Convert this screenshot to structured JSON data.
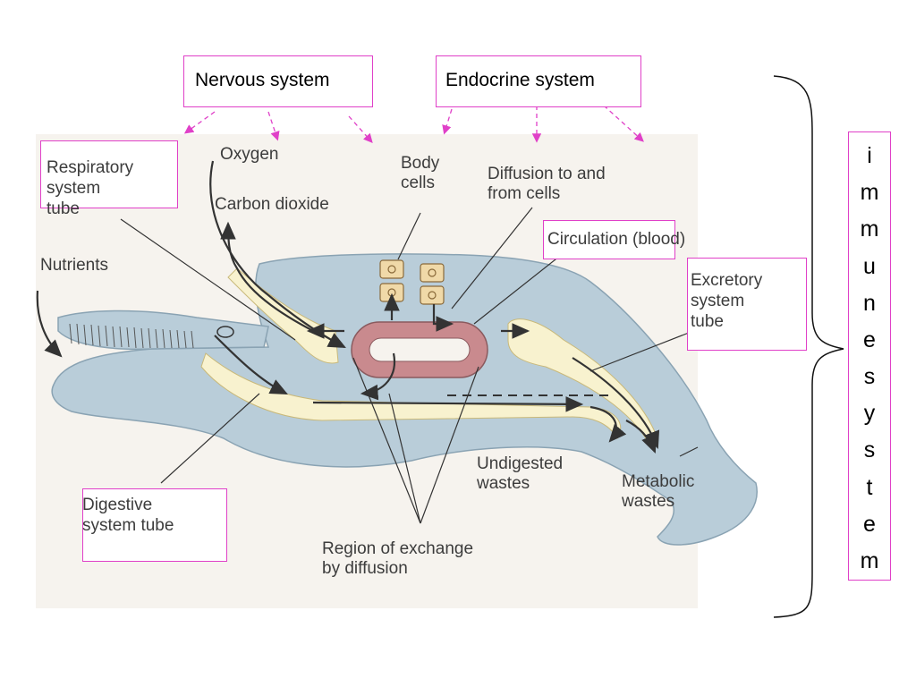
{
  "systems": {
    "nervous": "Nervous system",
    "endocrine": "Endocrine system",
    "respiratory": "Respiratory\nsystem\ntube",
    "circulation": "Circulation (blood)",
    "excretory": "Excretory\nsystem\ntube",
    "digestive": "Digestive\nsystem tube",
    "immune_letters": [
      "i",
      "m",
      "m",
      "u",
      "n",
      "e",
      "s",
      "y",
      "s",
      "t",
      "e",
      "m"
    ]
  },
  "labels": {
    "oxygen": "Oxygen",
    "carbon_dioxide": "Carbon dioxide",
    "nutrients": "Nutrients",
    "body_cells": "Body\ncells",
    "diffusion": "Diffusion to and\nfrom cells",
    "undigested": "Undigested\nwastes",
    "metabolic": "Metabolic\nwastes",
    "region": "Region of exchange\nby diffusion"
  },
  "colors": {
    "box_border": "#e040c8",
    "body_fill": "#b9cdd9",
    "tube_fill": "#f8f2cf",
    "circulation_fill": "#c98a8e",
    "arrow_pink": "#e040c8"
  }
}
